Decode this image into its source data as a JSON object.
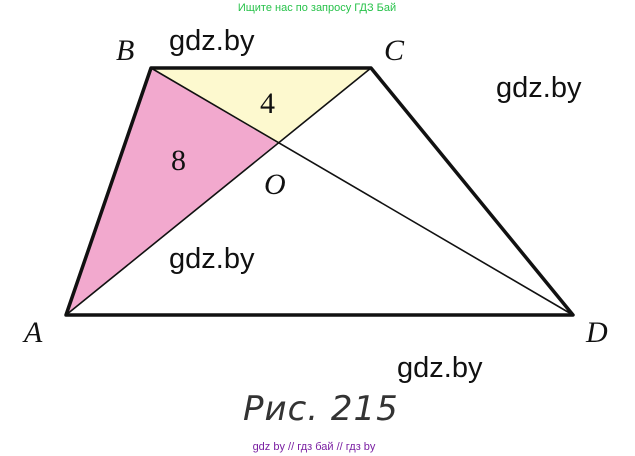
{
  "banner": {
    "text": "Ищите нас по запросу ГДЗ Бай",
    "color": "#27c24a"
  },
  "figure": {
    "vertices": {
      "A": "A",
      "B": "B",
      "C": "C",
      "D": "D",
      "O": "O"
    },
    "areas": {
      "BOC": "4",
      "AOB": "8"
    },
    "fill_colors": {
      "BOC": "#fdf9cf",
      "AOB": "#f2a9ce"
    },
    "caption": "Рис. 215"
  },
  "watermarks": {
    "w1": "gdz.by",
    "w2": "gdz.by",
    "w3": "gdz.by",
    "w4": "gdz.by"
  },
  "footer": {
    "text": "gdz by // гдз бай // гдз by",
    "color": "#7a1fa2"
  }
}
